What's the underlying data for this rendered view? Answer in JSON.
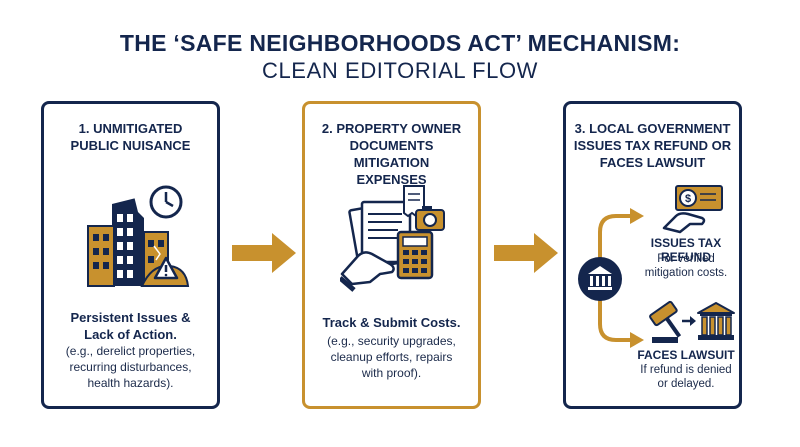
{
  "header": {
    "title": "THE ‘SAFE NEIGHBORHOODS ACT’ MECHANISM:",
    "subtitle": "CLEAN EDITORIAL FLOW"
  },
  "steps": [
    {
      "title_lines": [
        "1. UNMITIGATED",
        "PUBLIC NUISANCE"
      ],
      "lead_lines": [
        "Persistent Issues &",
        "Lack of Action."
      ],
      "body_lines": [
        "(e.g., derelict properties,",
        "recurring disturbances,",
        "health hazards)."
      ]
    },
    {
      "title_lines": [
        "2. PROPERTY OWNER",
        "DOCUMENTS MITIGATION",
        "EXPENSES"
      ],
      "lead_lines": [
        "Track & Submit Costs."
      ],
      "body_lines": [
        "(e.g., security upgrades,",
        "cleanup efforts, repairs",
        "with proof)."
      ]
    },
    {
      "title_lines": [
        "3. LOCAL GOVERNMENT",
        "ISSUES TAX REFUND OR",
        "FACES LAWSUIT"
      ],
      "outcomes": [
        {
          "lead": "ISSUES TAX REFUND",
          "body_lines": [
            "For verified",
            "mitigation costs."
          ]
        },
        {
          "lead": "FACES LAWSUIT",
          "body_lines": [
            "If refund is denied",
            "or delayed."
          ]
        }
      ]
    }
  ],
  "colors": {
    "navy": "#14264d",
    "gold": "#c8912e",
    "white": "#ffffff"
  },
  "icons": [
    "buildings-icon",
    "clock-icon",
    "warning-icon",
    "documents-icon",
    "calculator-icon",
    "receipt-icon",
    "camera-icon",
    "government-building-icon",
    "check-icon",
    "hand-icon",
    "gavel-icon",
    "courthouse-icon"
  ]
}
